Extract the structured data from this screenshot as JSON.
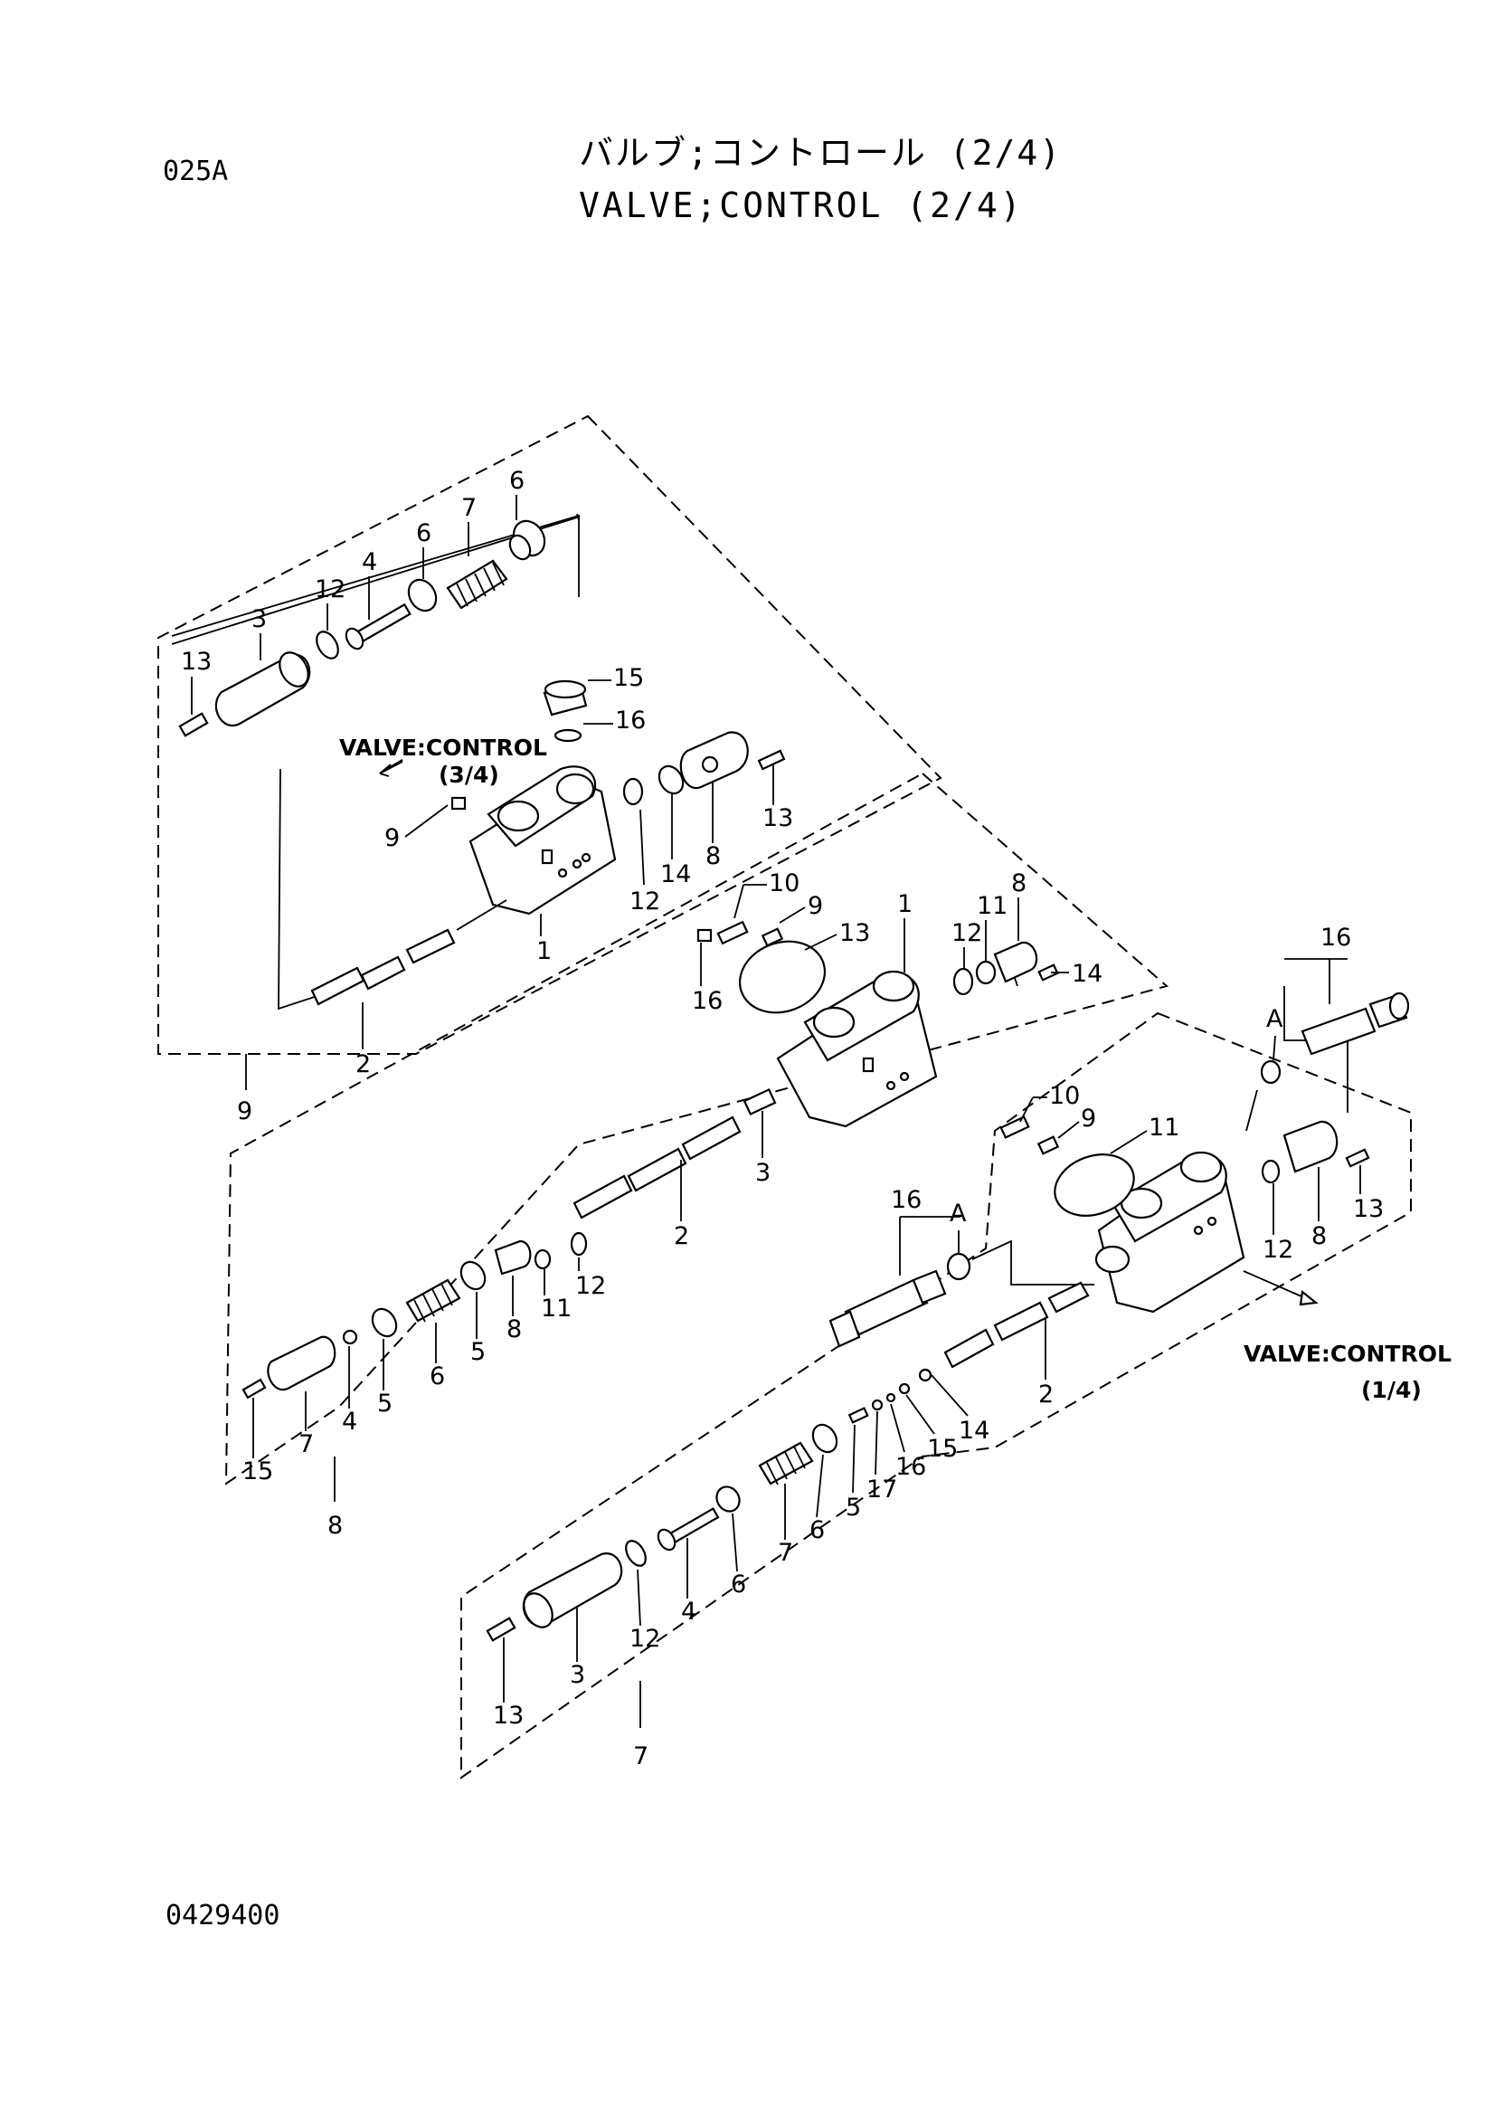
{
  "header": {
    "page_code": "025A",
    "title_jp": "バルブ;コントロール (2/4)",
    "title_en": "VALVE;CONTROL (2/4)"
  },
  "footer": {
    "drawing_number": "0429400"
  },
  "references": {
    "ref_3_4_a": "VALVE:CONTROL",
    "ref_3_4_b": "(3/4)",
    "ref_1_4_a": "VALVE:CONTROL",
    "ref_1_4_b": "(1/4)"
  },
  "callouts": {
    "g9": {
      "c13": "13",
      "c3": "3",
      "c12": "12",
      "c4": "4",
      "c6a": "6",
      "c7": "7",
      "c6b": "6",
      "c15": "15",
      "c16": "16",
      "c9": "9",
      "c12b": "12",
      "c14": "14",
      "c8": "8",
      "c13b": "13",
      "c1": "1",
      "c2": "2",
      "group": "9"
    },
    "g8": {
      "c10": "10",
      "c9": "9",
      "c13": "13",
      "c1": "1",
      "c12": "12",
      "c11": "11",
      "c8": "8",
      "c14": "14",
      "c16": "16",
      "c3": "3",
      "c2": "2",
      "c12b": "12",
      "c11b": "11",
      "c8b": "8",
      "c5": "5",
      "c6": "6",
      "c5b": "5",
      "c4": "4",
      "c7": "7",
      "c15": "15",
      "group": "8"
    },
    "g7": {
      "c16": "16",
      "cA": "A",
      "c16b": "16",
      "cAb": "A",
      "c10": "10",
      "c9": "9",
      "c11": "11",
      "c13": "13",
      "c12": "12",
      "c8": "8",
      "c2": "2",
      "c14": "14",
      "c15": "15",
      "c16c": "16",
      "c17": "17",
      "c5": "5",
      "c6": "6",
      "c7": "7",
      "c6b": "6",
      "c4": "4",
      "c12b": "12",
      "c3": "3",
      "c13b": "13",
      "group": "7"
    }
  }
}
